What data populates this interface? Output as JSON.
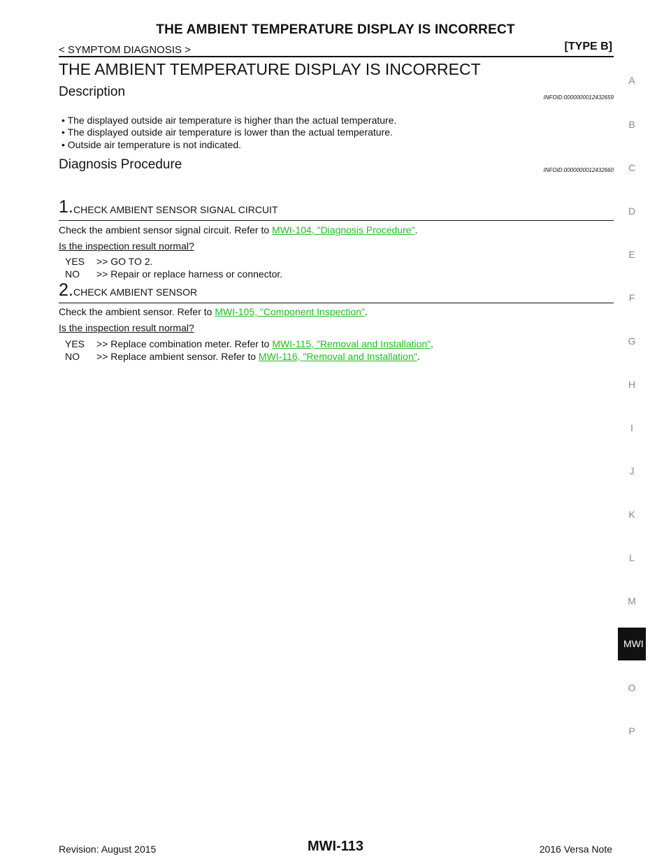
{
  "header": {
    "running_title": "THE AMBIENT TEMPERATURE DISPLAY IS INCORRECT",
    "breadcrumb": "< SYMPTOM DIAGNOSIS >",
    "type_label": "[TYPE B]"
  },
  "page_title": "THE AMBIENT TEMPERATURE DISPLAY IS INCORRECT",
  "description": {
    "heading": "Description",
    "info_id": "INFOID:0000000012432659",
    "bullets": [
      "The displayed outside air temperature is higher than the actual temperature.",
      "The displayed outside air temperature is lower than the actual temperature.",
      "Outside air temperature is not indicated."
    ]
  },
  "diagnosis": {
    "heading": "Diagnosis Procedure",
    "info_id": "INFOID:0000000012432660",
    "steps": [
      {
        "num": "1.",
        "title": "CHECK AMBIENT SENSOR SIGNAL CIRCUIT",
        "text": "Check the ambient sensor signal circuit. Refer to ",
        "link": "MWI-104, \"Diagnosis  Procedure\"",
        "text_end": ".",
        "question": "Is the inspection result normal?",
        "answers": [
          {
            "key": "YES",
            "text": ">> GO TO 2."
          },
          {
            "key": "NO",
            "text": ">> Repair or replace harness or connector."
          }
        ]
      },
      {
        "num": "2.",
        "title": "CHECK AMBIENT SENSOR",
        "text": "Check the ambient sensor. Refer to ",
        "link": "MWI-105, \"Component Inspection\"",
        "text_end": ".",
        "question": "Is the inspection result normal?",
        "answers": [
          {
            "key": "YES",
            "text": ">> Replace combination meter. Refer to ",
            "link": "MWI-115, \"Removal and Installation\"",
            "end": "."
          },
          {
            "key": "NO",
            "text": ">> Replace ambient sensor. Refer to ",
            "link": "MWI-116, \"Removal and Installation\"",
            "end": "."
          }
        ]
      }
    ]
  },
  "side_index": {
    "letters": [
      "A",
      "B",
      "C",
      "D",
      "E",
      "F",
      "G",
      "H",
      "I",
      "J",
      "K",
      "L",
      "M",
      "O",
      "P"
    ],
    "active": "MWI"
  },
  "footer": {
    "revision": "Revision: August 2015",
    "page_number": "MWI-113",
    "model": "2016 Versa Note"
  },
  "colors": {
    "link": "#22bb22",
    "side_tab": "#111111"
  }
}
